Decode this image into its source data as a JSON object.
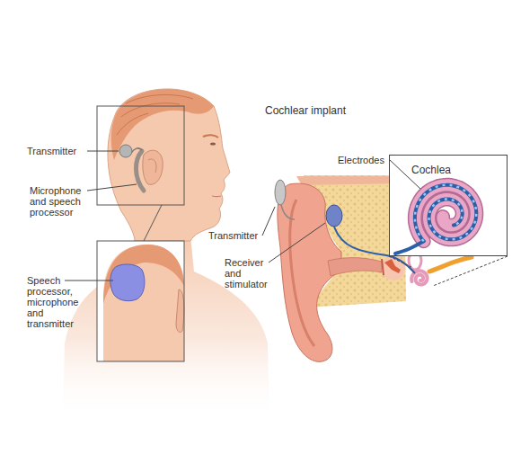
{
  "diagram": {
    "title": "Cochlear implant",
    "nodes": [
      {
        "text": [
          "Cochlea"
        ]
      }
    ],
    "labels": [
      "Transmitter",
      "Microphone and speech processor",
      "Speech processor, microphone and transmitter",
      "Electrodes",
      "Transmitter",
      "Receiver and stimulator"
    ]
  }
}
